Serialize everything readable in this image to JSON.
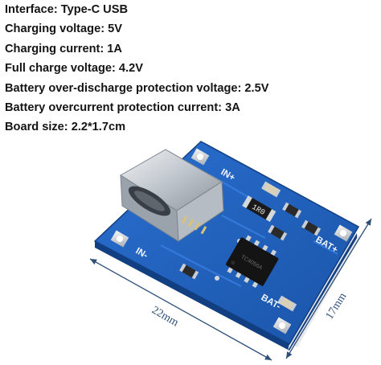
{
  "specs": [
    "Interface: Type-C USB",
    "Charging voltage: 5V",
    "Charging current: 1A",
    "Full charge voltage: 4.2V",
    "Battery over-discharge protection voltage: 2.5V",
    "Battery overcurrent protection current: 3A",
    "Board size: 2.2*1.7cm"
  ],
  "board": {
    "silkscreen": {
      "in_plus": "IN+",
      "in_minus": "IN-",
      "bat_plus": "BAT+",
      "bat_minus": "BAT-"
    },
    "resistor_marking": "1R0",
    "ic_marking": "TC4056A"
  },
  "dimensions": {
    "length": "22mm",
    "width": "17mm"
  },
  "colors": {
    "pcb": "#1f5fb8",
    "pcb_edge": "#123f82",
    "metal": "#c9ced4",
    "dimension_line": "#2d4f78"
  }
}
